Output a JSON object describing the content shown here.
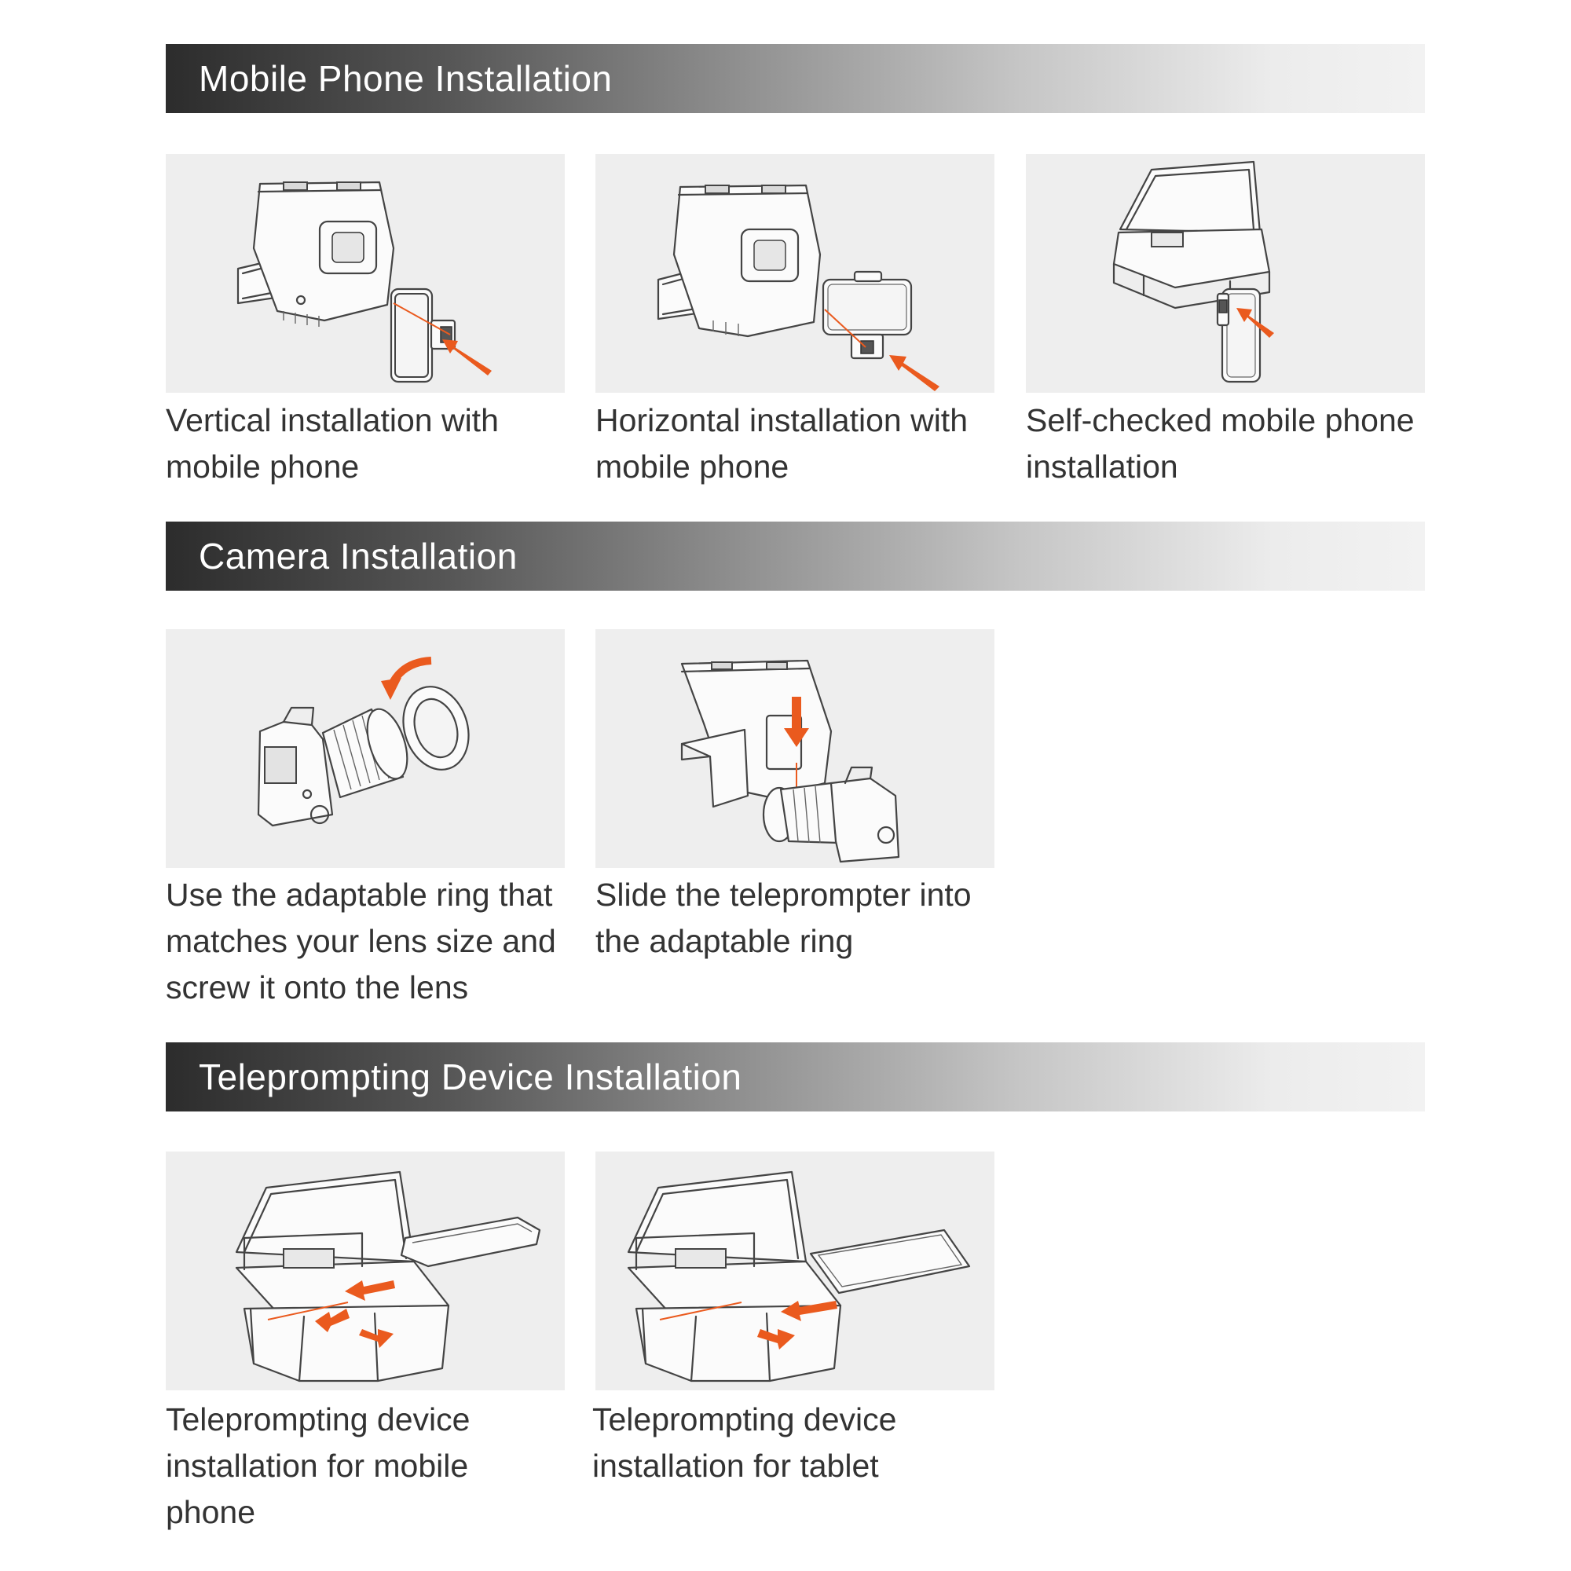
{
  "sections": [
    {
      "title": "Mobile Phone Installation",
      "items": [
        {
          "caption": [
            "Vertical installation with",
            "mobile phone"
          ],
          "icon": "teleprompter-vertical-phone-illustration"
        },
        {
          "caption": [
            "Horizontal installation with",
            "mobile phone"
          ],
          "icon": "teleprompter-horizontal-phone-illustration"
        },
        {
          "caption": [
            "Self-checked mobile phone",
            "installation"
          ],
          "icon": "teleprompter-self-check-phone-illustration"
        }
      ]
    },
    {
      "title": "Camera Installation",
      "items": [
        {
          "caption": [
            "Use the adaptable ring that",
            "matches your lens size and",
            "screw it onto the lens"
          ],
          "icon": "camera-adapter-ring-illustration"
        },
        {
          "caption": [
            "Slide the teleprompter into",
            "the adaptable ring"
          ],
          "icon": "teleprompter-on-camera-illustration"
        }
      ]
    },
    {
      "title": "Teleprompting Device Installation",
      "items": [
        {
          "caption": [
            "Teleprompting device",
            "installation for mobile",
            "phone"
          ],
          "icon": "prompter-tray-phone-illustration"
        },
        {
          "caption": [
            "Teleprompting device",
            "installation for tablet"
          ],
          "icon": "prompter-tray-tablet-illustration"
        }
      ]
    }
  ],
  "colors": {
    "accent": "#ea5a1e",
    "panel": "#eeeeee",
    "header_dark": "#2c2c2c",
    "text": "#333333"
  }
}
